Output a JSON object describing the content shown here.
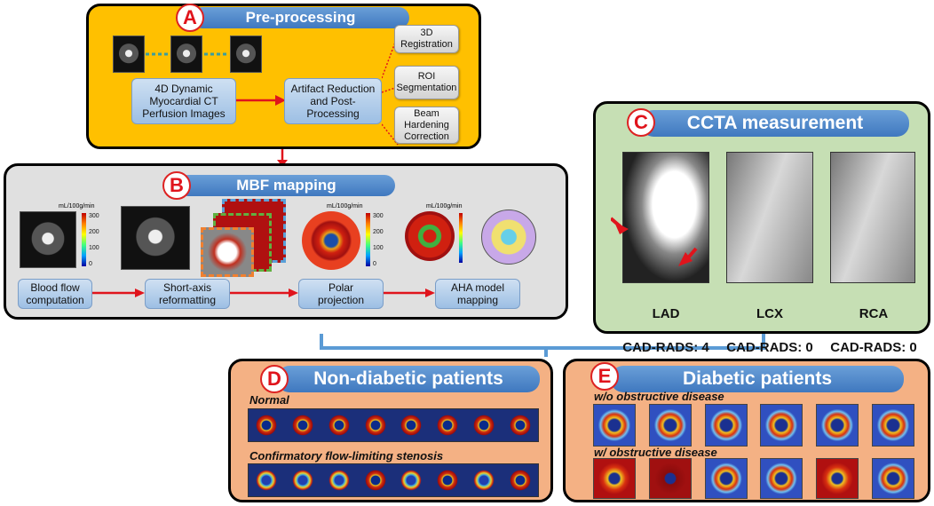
{
  "panel_a": {
    "letter": "A",
    "title": "Pre-processing",
    "box_input": "4D Dynamic\nMyocardial CT\nPerfusion Images",
    "box_artifact": "Artifact Reduction\nand Post-\nProcessing",
    "step_registration": "3D\nRegistration",
    "step_roi": "ROI\nSegmentation",
    "step_beam": "Beam\nHardening\nCorrection"
  },
  "panel_b": {
    "letter": "B",
    "title": "MBF mapping",
    "unit": "mL/100g/min",
    "ticks_a": [
      "300",
      "200",
      "100",
      "0"
    ],
    "ticks_b": [
      "300",
      "200",
      "100",
      "0"
    ],
    "steps": [
      "Blood flow\ncomputation",
      "Short-axis\nreformatting",
      "Polar\nprojection",
      "AHA model\nmapping"
    ]
  },
  "panel_c": {
    "letter": "C",
    "title": "CCTA measurement",
    "vessels": [
      {
        "name": "LAD",
        "cad_rads": "CAD-RADS: 4"
      },
      {
        "name": "LCX",
        "cad_rads": "CAD-RADS: 0"
      },
      {
        "name": "RCA",
        "cad_rads": "CAD-RADS: 0"
      }
    ]
  },
  "panel_d": {
    "letter": "D",
    "title": "Non-diabetic patients",
    "row1_label": "Normal",
    "row2_label": "Confirmatory flow-limiting stenosis"
  },
  "panel_e": {
    "letter": "E",
    "title": "Diabetic patients",
    "row1_label": "w/o obstructive disease",
    "row2_label": "w/ obstructive disease"
  },
  "colors": {
    "panel_a_bg": "#ffc000",
    "panel_b_bg": "#e0e0e0",
    "panel_c_bg": "#c6dfb4",
    "panel_de_bg": "#f4b184",
    "header_blue": "#4a83c6",
    "arrow_red": "#e0141c",
    "bracket_blue": "#5b9bd5"
  }
}
